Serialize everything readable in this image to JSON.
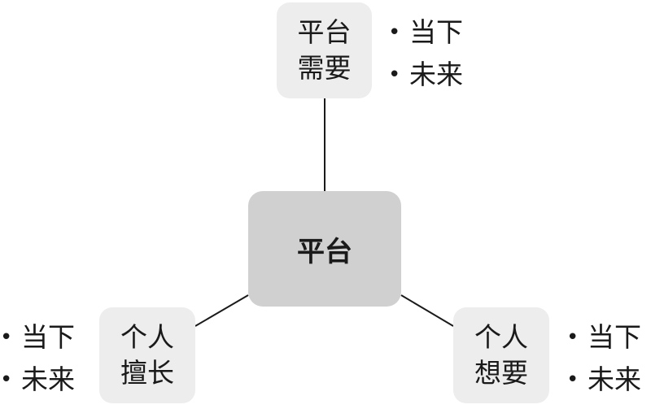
{
  "center": {
    "label": "平台"
  },
  "nodes": {
    "top": {
      "lines": [
        "平台",
        "需要"
      ],
      "bullets": [
        "当下",
        "未来"
      ]
    },
    "left": {
      "lines": [
        "个人",
        "擅长"
      ],
      "bullets": [
        "当下",
        "未来"
      ]
    },
    "right": {
      "lines": [
        "个人",
        "想要"
      ],
      "bullets": [
        "当下",
        "未来"
      ]
    }
  },
  "colors": {
    "center_fill": "#d0d0d0",
    "node_fill": "#ededed",
    "connector": "#1a1a1a",
    "text": "#1a1a1a"
  }
}
